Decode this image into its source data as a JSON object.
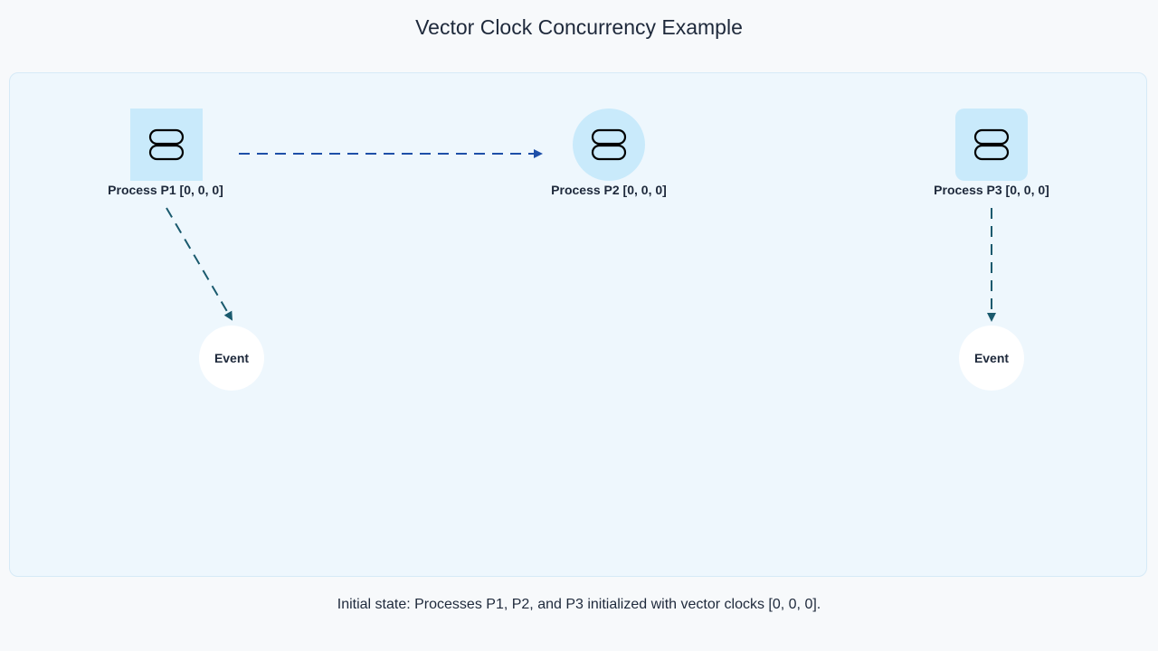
{
  "title": "Vector Clock Concurrency Example",
  "nodes": [
    {
      "label": "Process P1 [0, 0, 0]",
      "shape": "square",
      "icon": "database-icon"
    },
    {
      "label": "Process P2 [0, 0, 0]",
      "shape": "circle",
      "icon": "database-icon"
    },
    {
      "label": "Process P3 [0, 0, 0]",
      "shape": "rounded",
      "icon": "database-icon"
    }
  ],
  "events": [
    {
      "label": "Event"
    },
    {
      "label": "Event"
    }
  ],
  "caption": "Initial state: Processes P1, P2, and P3 initialized with vector clocks [0, 0, 0].",
  "colors": {
    "background": "#f7f9fb",
    "canvas": "#eef7fd",
    "node_fill": "#c9eafb",
    "message_edge": "#1e4fa8",
    "event_edge": "#1a5a6e"
  }
}
